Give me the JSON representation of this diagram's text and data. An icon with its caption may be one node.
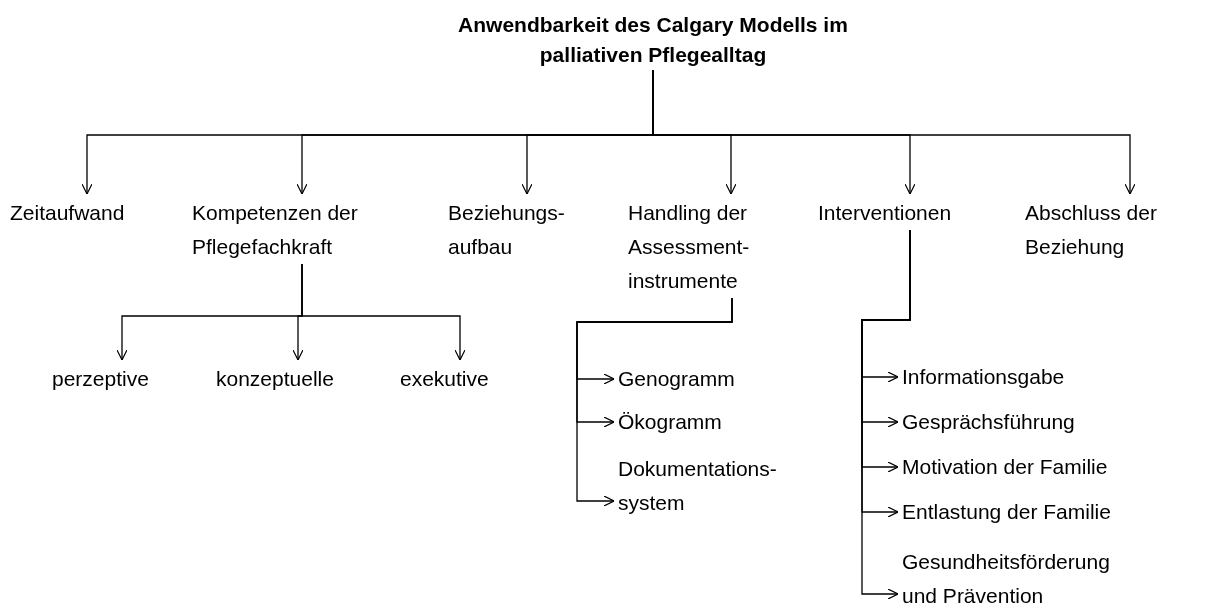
{
  "diagram": {
    "nodes": [
      {
        "text": [
          "Anwendbarkeit des Calgary Modells im palliativen Pflegealltag"
        ]
      },
      {
        "text": [
          "Zeitaufwand"
        ]
      },
      {
        "text": [
          "Kompetenzen der Pflegefachkraft"
        ]
      },
      {
        "text": [
          "Beziehungs- aufbau"
        ]
      },
      {
        "text": [
          "Handling der Assessment- instrumente"
        ]
      },
      {
        "text": [
          "Interventionen"
        ]
      },
      {
        "text": [
          "Abschluss der Beziehung"
        ]
      },
      {
        "text": [
          "perzeptive"
        ]
      },
      {
        "text": [
          "konzeptuelle"
        ]
      },
      {
        "text": [
          "exekutive"
        ]
      },
      {
        "text": [
          "Genogramm"
        ]
      },
      {
        "text": [
          "Ökogramm"
        ]
      },
      {
        "text": [
          "Dokumentations- system"
        ]
      },
      {
        "text": [
          "Informationsgabe"
        ]
      },
      {
        "text": [
          "Gesprächsführung"
        ]
      },
      {
        "text": [
          "Motivation der Familie"
        ]
      },
      {
        "text": [
          "Entlastung der Familie"
        ]
      },
      {
        "text": [
          "Gesundheitsförderung und Prävention"
        ]
      }
    ],
    "edges": [
      {
        "from": 0,
        "to": 1,
        "arrow": "to"
      },
      {
        "from": 0,
        "to": 2,
        "arrow": "to"
      },
      {
        "from": 0,
        "to": 3,
        "arrow": "to"
      },
      {
        "from": 0,
        "to": 4,
        "arrow": "to"
      },
      {
        "from": 0,
        "to": 5,
        "arrow": "to"
      },
      {
        "from": 0,
        "to": 6,
        "arrow": "to"
      },
      {
        "from": 2,
        "to": 7,
        "arrow": "to"
      },
      {
        "from": 2,
        "to": 8,
        "arrow": "to"
      },
      {
        "from": 2,
        "to": 9,
        "arrow": "to"
      },
      {
        "from": 4,
        "to": 10,
        "arrow": "to"
      },
      {
        "from": 4,
        "to": 11,
        "arrow": "to"
      },
      {
        "from": 4,
        "to": 12,
        "arrow": "to"
      },
      {
        "from": 5,
        "to": 13,
        "arrow": "to"
      },
      {
        "from": 5,
        "to": 14,
        "arrow": "to"
      },
      {
        "from": 5,
        "to": 15,
        "arrow": "to"
      },
      {
        "from": 5,
        "to": 16,
        "arrow": "to"
      },
      {
        "from": 5,
        "to": 17,
        "arrow": "to"
      }
    ]
  }
}
